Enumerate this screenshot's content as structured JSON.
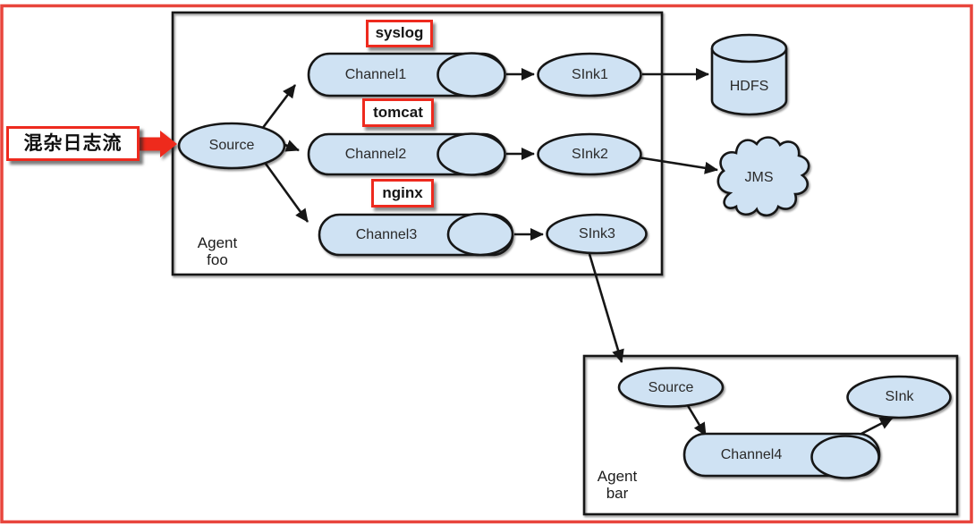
{
  "colors": {
    "bg": "#ffffff",
    "node_fill": "#cfe2f3",
    "node_stroke": "#161616",
    "red_accent": "#ee2a1e",
    "border_red": "#e8453c",
    "text": "#2a2a2a"
  },
  "annotation": {
    "label": "混杂日志流"
  },
  "agent_foo": {
    "title_line1": "Agent",
    "title_line2": "foo",
    "source_label": "Source",
    "rows": [
      {
        "tag": "syslog",
        "channel": "Channel1",
        "sink": "SInk1"
      },
      {
        "tag": "tomcat",
        "channel": "Channel2",
        "sink": "SInk2"
      },
      {
        "tag": "nginx",
        "channel": "Channel3",
        "sink": "SInk3"
      }
    ]
  },
  "destinations": {
    "hdfs_label": "HDFS",
    "jms_label": "JMS"
  },
  "agent_bar": {
    "title_line1": "Agent",
    "title_line2": "bar",
    "source_label": "Source",
    "channel_label": "Channel4",
    "sink_label": "SInk"
  }
}
